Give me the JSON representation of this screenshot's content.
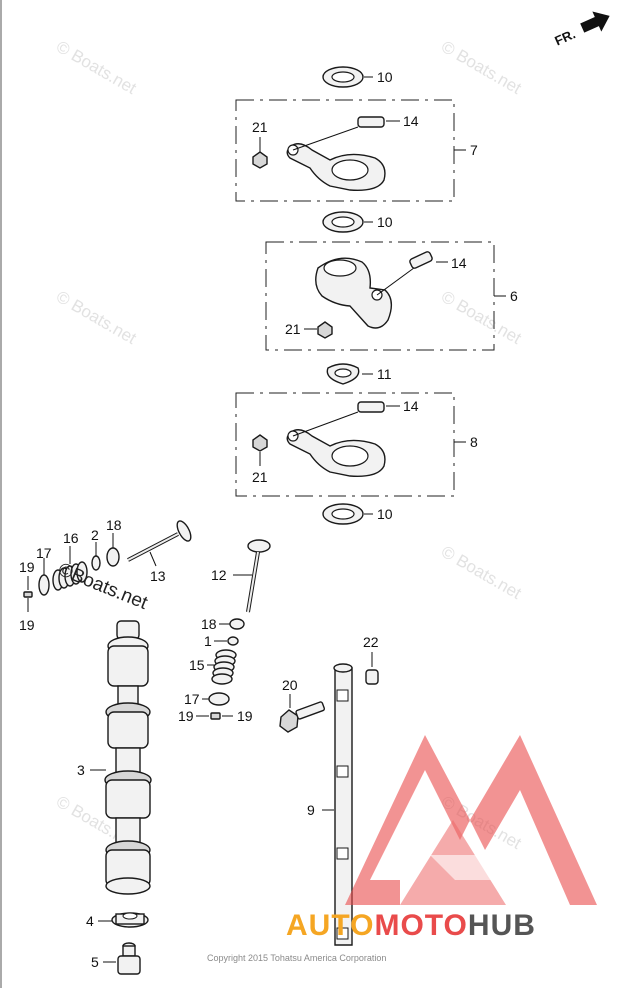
{
  "direction": {
    "label": "FR."
  },
  "watermark": {
    "text": "© Boats.net",
    "overlay_text": "©Boats.net"
  },
  "copyright": "Copyright 2015 Tohatsu America Corporation",
  "brand": {
    "part1": "AUTO",
    "part2": "MOTO",
    "part3": "HUB",
    "color_main": "#f5a623",
    "color_accent": "#e94b4b",
    "color_dark": "#555555"
  },
  "callouts": {
    "c10a": "10",
    "c14a": "14",
    "c21a": "21",
    "c7": "7",
    "c10b": "10",
    "c14b": "14",
    "c6": "6",
    "c21b": "21",
    "c11": "11",
    "c14c": "14",
    "c8": "8",
    "c21c": "21",
    "c10c": "10",
    "c16": "16",
    "c2": "2",
    "c18a": "18",
    "c17a": "17",
    "c19a": "19",
    "c13": "13",
    "c19b": "19",
    "c12": "12",
    "c18b": "18",
    "c1": "1",
    "c15": "15",
    "c17b": "17",
    "c19c": "19",
    "c19d": "19",
    "c22": "22",
    "c20": "20",
    "c3": "3",
    "c9": "9",
    "c4": "4",
    "c5": "5"
  }
}
